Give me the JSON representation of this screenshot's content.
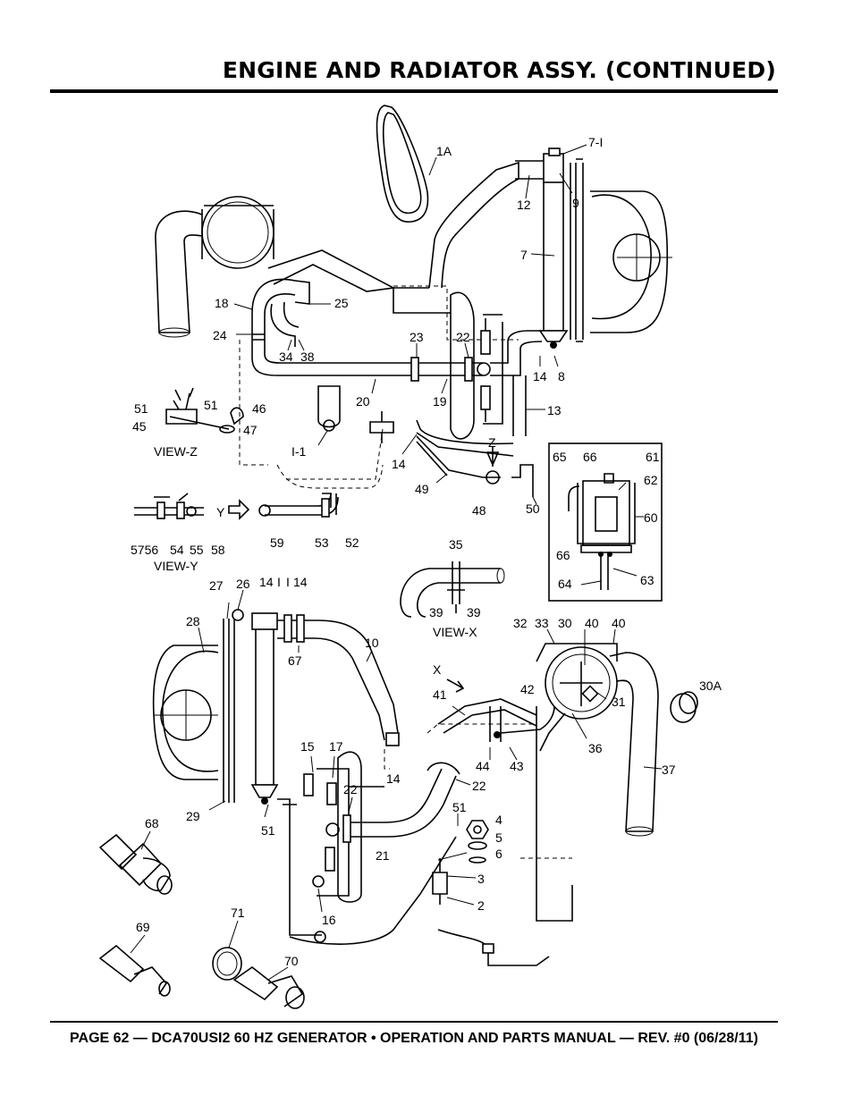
{
  "header": {
    "title": "ENGINE AND RADIATOR ASSY. (CONTINUED)"
  },
  "footer": {
    "text": "PAGE 62 — DCA70USI2 60 HZ GENERATOR • OPERATION AND PARTS MANUAL — REV. #0 (06/28/11)"
  },
  "views": {
    "z": "VIEW-Z",
    "y": "VIEW-Y",
    "x": "VIEW-X",
    "y_arrow": "Y",
    "x_arrow": "X",
    "z_arrow": "Z"
  },
  "callouts": {
    "top": [
      "1A",
      "7-I",
      "12",
      "9",
      "7",
      "18",
      "25",
      "24",
      "34",
      "38",
      "23",
      "22",
      "14",
      "8",
      "20",
      "19",
      "13",
      "51",
      "51",
      "46",
      "45",
      "47",
      "I-1",
      "14",
      "49",
      "48",
      "50",
      "65",
      "66",
      "61",
      "62",
      "60",
      "66",
      "63",
      "64"
    ],
    "view_y": [
      "5756",
      "54",
      "55",
      "58",
      "59",
      "53",
      "52"
    ],
    "view_x": [
      "35",
      "39",
      "39"
    ],
    "bottom": [
      "27",
      "26",
      "14",
      "I",
      "I",
      "14",
      "28",
      "67",
      "10",
      "32",
      "33",
      "30",
      "40",
      "40",
      "30A",
      "42",
      "31",
      "41",
      "36",
      "37",
      "15",
      "17",
      "14",
      "22",
      "22",
      "44",
      "43",
      "29",
      "51",
      "21",
      "51",
      "4",
      "5",
      "6",
      "3",
      "2",
      "16",
      "68",
      "69",
      "71",
      "70"
    ]
  }
}
